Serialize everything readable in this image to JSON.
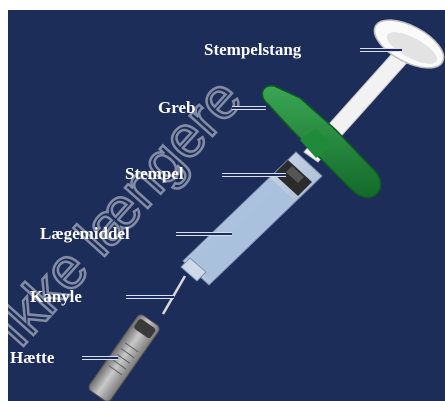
{
  "diagram": {
    "labels": {
      "plunger_rod": "Stempelstang",
      "grip": "Greb",
      "plunger": "Stempel",
      "medicine": "Lægemiddel",
      "needle": "Kanyle",
      "cap": "Hætte"
    },
    "watermark": "Ikke længere",
    "colors": {
      "background": "#1d2d59",
      "grip": "#1f8a3a",
      "barrel": "#b9c9df",
      "rod": "#f2f2f2",
      "cap": "#9a9a9a",
      "label_text": "#ffffff"
    }
  }
}
